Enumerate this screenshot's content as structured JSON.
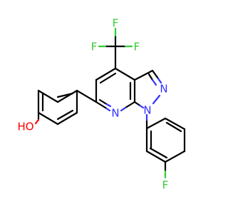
{
  "molecule": {
    "atoms": {
      "F1": "F",
      "F2": "F",
      "F3": "F",
      "N1": "N",
      "N2": "N",
      "N3": "N",
      "O1": "HO",
      "F4": "F"
    }
  },
  "colors": {
    "carbon_bond": "#000000",
    "nitrogen": "#3333ff",
    "oxygen": "#ff0000",
    "fluorine": "#33cc33"
  }
}
